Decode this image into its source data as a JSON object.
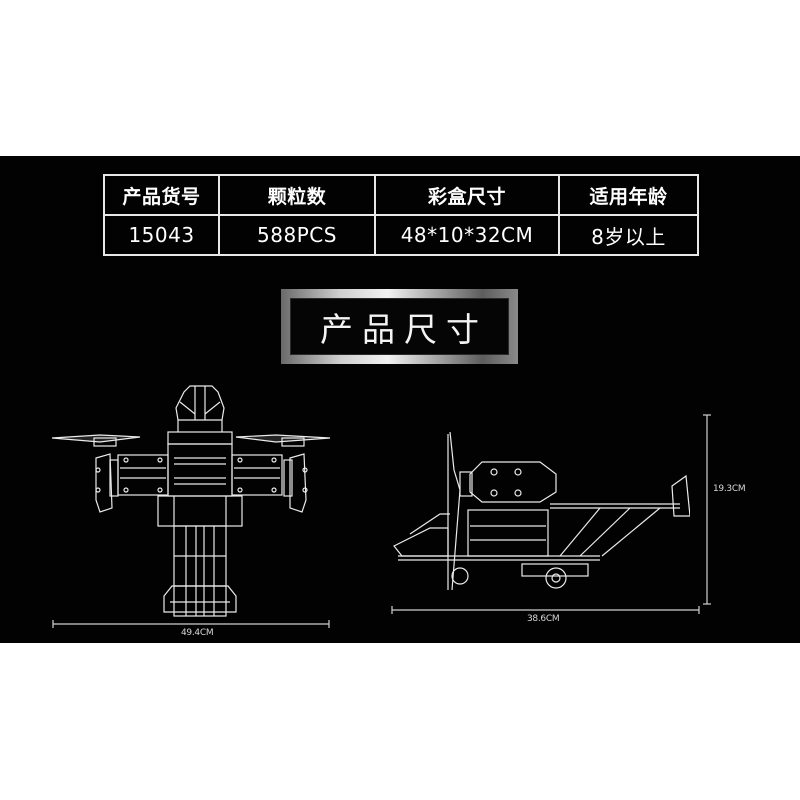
{
  "spec_table": {
    "headers": [
      "产品货号",
      "颗粒数",
      "彩盒尺寸",
      "适用年龄"
    ],
    "values": [
      "15043",
      "588PCS",
      "48*10*32CM",
      "8岁以上"
    ]
  },
  "section_title": "产品尺寸",
  "front_view": {
    "width_label": "49.4CM"
  },
  "side_view": {
    "length_label": "38.6CM",
    "height_label": "19.3CM"
  },
  "colors": {
    "background": "#020202",
    "line": "#e8e8e8",
    "frame_silver": "#cfcfcf",
    "page": "#ffffff"
  }
}
